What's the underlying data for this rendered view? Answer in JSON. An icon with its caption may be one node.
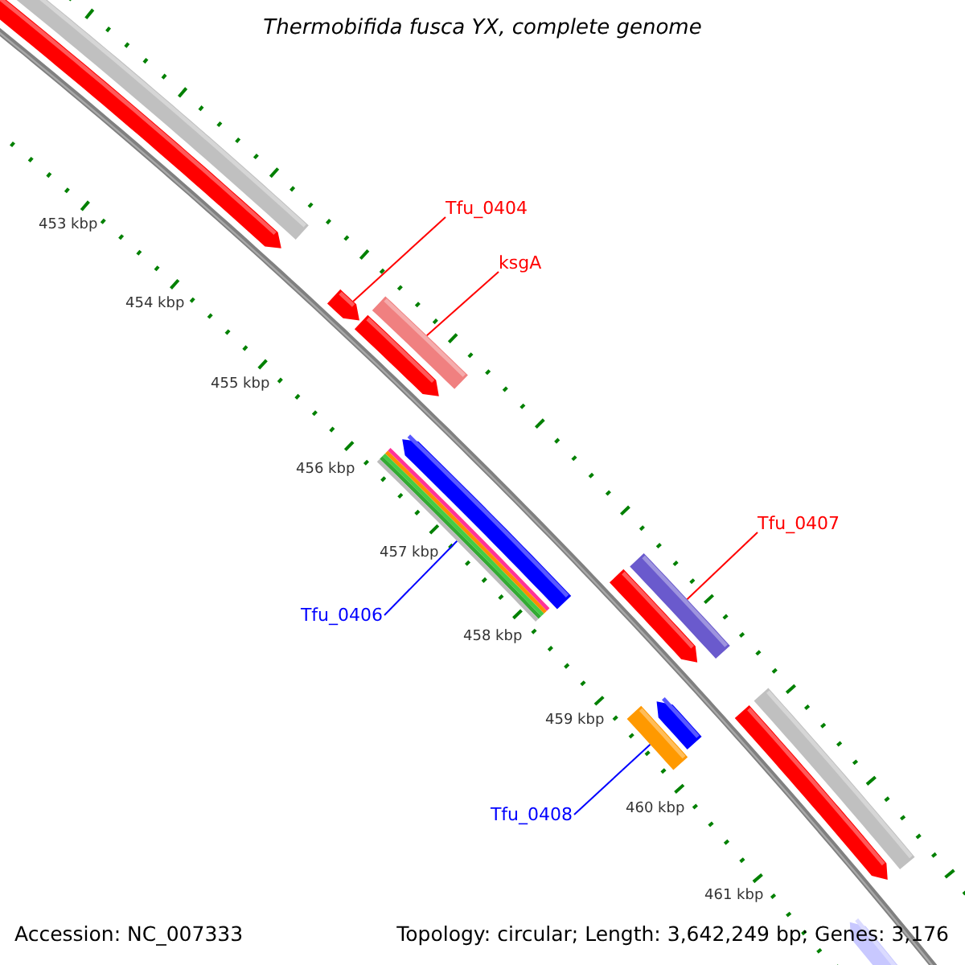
{
  "diagram": {
    "title": "Thermobifida fusca YX, complete genome",
    "nodes": [
      {
        "text": [
          "Tfu_0404"
        ]
      },
      {
        "text": [
          "ksgA"
        ]
      },
      {
        "text": [
          "Tfu_0407"
        ]
      },
      {
        "text": [
          "Tfu_0406"
        ]
      },
      {
        "text": [
          "Tfu_0408"
        ]
      },
      {
        "text": [],
        "shape": "arrow"
      },
      {
        "text": [],
        "shape": "bar"
      },
      {
        "text": [],
        "shape": "bar"
      },
      {
        "text": [],
        "shape": "bar"
      },
      {
        "text": [],
        "shape": "bar"
      }
    ],
    "edges": [
      {
        "from": 0,
        "to": 5,
        "arrow": "none",
        "color": "#ff0000"
      },
      {
        "from": 1,
        "to": 6,
        "arrow": "none",
        "color": "#ff0000"
      },
      {
        "from": 2,
        "to": 7,
        "arrow": "none",
        "color": "#ff0000"
      },
      {
        "from": 3,
        "to": 8,
        "arrow": "none",
        "color": "#0000ff"
      },
      {
        "from": 4,
        "to": 9,
        "arrow": "none",
        "color": "#0000ff"
      }
    ],
    "labels": [
      "453 kbp",
      "454 kbp",
      "455 kbp",
      "456 kbp",
      "457 kbp",
      "458 kbp",
      "459 kbp",
      "460 kbp",
      "461 kbp",
      "Accession: NC_007333",
      "Topology: circular; Length: 3,642,249 bp; Genes: 3,176"
    ]
  }
}
